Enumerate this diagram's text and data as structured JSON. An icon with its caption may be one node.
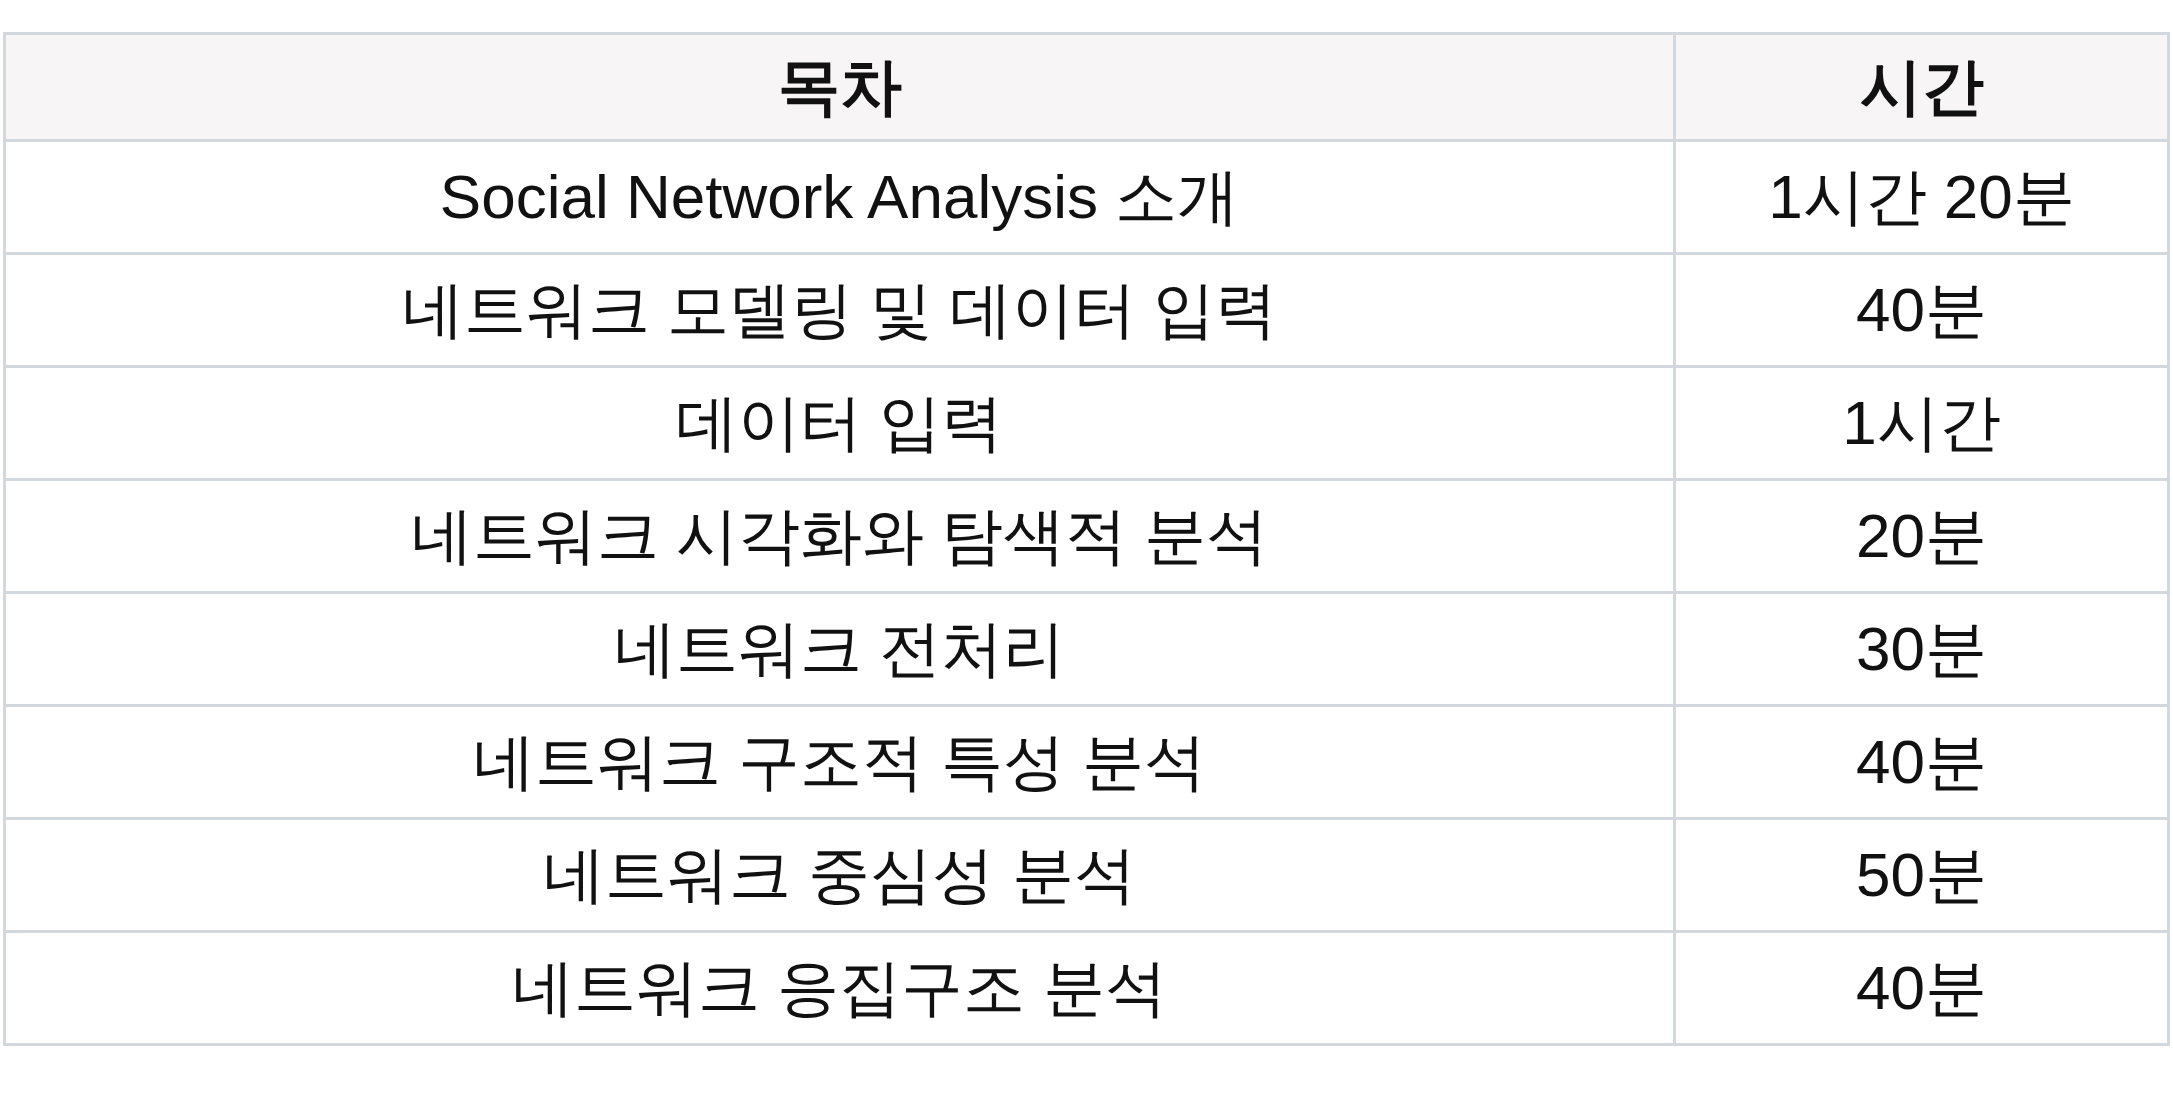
{
  "diagram": {
    "labels": [
      "목차",
      "시간",
      "Social Network Analysis 소개",
      "1시간 20분",
      "네트워크 모델링 및 데이터 입력",
      "40분",
      "데이터 입력",
      "1시간",
      "네트워크 시각화와 탐색적 분석",
      "20분",
      "네트워크 전처리",
      "30분",
      "네트워크 구조적 특성 분석",
      "40분",
      "네트워크 중심성 분석",
      "50분",
      "네트워크 응집구조 분석",
      "40분"
    ]
  }
}
